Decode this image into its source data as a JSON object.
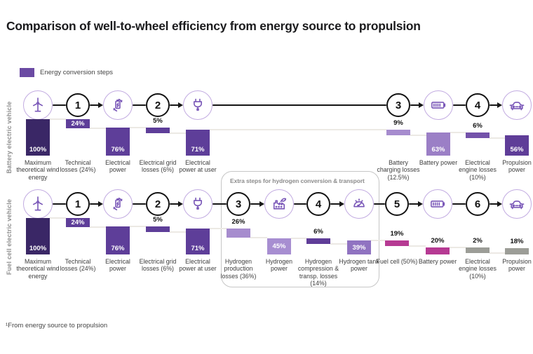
{
  "title": "Comparison of well-to-wheel efficiency from energy source to propulsion",
  "legend": {
    "label": "Energy conversion steps",
    "swatch_color": "#6b4aa3"
  },
  "footnote": "¹From energy source to propulsion",
  "hydrogen_box": {
    "title": "Extra steps for hydrogen conversion & transport"
  },
  "colors": {
    "arrow": "#161616",
    "connector": "#ece9e4",
    "icon_circle_border": "#c2abe1",
    "icon_stroke": "#7a58b8",
    "step_circle_border": "#141414"
  },
  "rows": [
    {
      "name": "Battery electric vehicle",
      "columns": [
        {
          "node": {
            "type": "icon",
            "icon": "wind-turbine-icon"
          },
          "bar": {
            "value": 100,
            "pct": "100%",
            "kind": "power",
            "color": "#3a2766",
            "pct_inside": true
          },
          "label": "Maximum theoretical wind energy"
        },
        {
          "node": {
            "type": "step",
            "num": "1"
          },
          "bar": {
            "value": 24,
            "pct": "24%",
            "kind": "loss",
            "color": "#5e3e99",
            "pct_inside": true
          },
          "label": "Technical losses (24%)"
        },
        {
          "node": {
            "type": "icon",
            "icon": "energy-converter-icon"
          },
          "bar": {
            "value": 76,
            "pct": "76%",
            "kind": "power",
            "color": "#5e3e99",
            "pct_inside": true
          },
          "label": "Electrical power"
        },
        {
          "node": {
            "type": "step",
            "num": "2"
          },
          "bar": {
            "value": 5,
            "pct": "5%",
            "kind": "loss",
            "color": "#5e3e99",
            "pct_inside": false
          },
          "label": "Electrical grid losses (6%)"
        },
        {
          "node": {
            "type": "icon",
            "icon": "power-plug-icon"
          },
          "bar": {
            "value": 71,
            "pct": "71%",
            "kind": "power",
            "color": "#5e3e99",
            "pct_inside": true
          },
          "label": "Electrical power at user"
        },
        {
          "node": {
            "type": "step",
            "num": "3"
          },
          "bar": {
            "value": 9,
            "pct": "9%",
            "kind": "loss",
            "color": "#a68cce",
            "pct_inside": false
          },
          "label": "Battery charging losses (12.5%)"
        },
        {
          "node": {
            "type": "icon",
            "icon": "battery-icon"
          },
          "bar": {
            "value": 63,
            "pct": "63%",
            "kind": "power",
            "color": "#9b7fc6",
            "pct_inside": true
          },
          "label": "Battery power"
        },
        {
          "node": {
            "type": "step",
            "num": "4"
          },
          "bar": {
            "value": 6,
            "pct": "6%",
            "kind": "loss",
            "color": "#7452aa",
            "pct_inside": false
          },
          "label": "Electrical engine losses (10%)"
        },
        {
          "node": {
            "type": "icon",
            "icon": "car-icon"
          },
          "bar": {
            "value": 56,
            "pct": "56%",
            "kind": "power",
            "color": "#5f3d98",
            "pct_inside": true
          },
          "label": "Propulsion power"
        }
      ]
    },
    {
      "name": "Fuel cell electric vehicle",
      "columns": [
        {
          "node": {
            "type": "icon",
            "icon": "wind-turbine-icon"
          },
          "bar": {
            "value": 100,
            "pct": "100%",
            "kind": "power",
            "color": "#3a2766",
            "pct_inside": true
          },
          "label": "Maximum theoretical wind energy"
        },
        {
          "node": {
            "type": "step",
            "num": "1"
          },
          "bar": {
            "value": 24,
            "pct": "24%",
            "kind": "loss",
            "color": "#5e3e99",
            "pct_inside": true
          },
          "label": "Technical losses (24%)"
        },
        {
          "node": {
            "type": "icon",
            "icon": "energy-converter-icon"
          },
          "bar": {
            "value": 76,
            "pct": "76%",
            "kind": "power",
            "color": "#5e3e99",
            "pct_inside": true
          },
          "label": "Electrical power"
        },
        {
          "node": {
            "type": "step",
            "num": "2"
          },
          "bar": {
            "value": 5,
            "pct": "5%",
            "kind": "loss",
            "color": "#5e3e99",
            "pct_inside": false
          },
          "label": "Electrical grid losses (6%)"
        },
        {
          "node": {
            "type": "icon",
            "icon": "power-plug-icon"
          },
          "bar": {
            "value": 71,
            "pct": "71%",
            "kind": "power",
            "color": "#5e3e99",
            "pct_inside": true
          },
          "label": "Electrical power at user"
        },
        {
          "node": {
            "type": "step",
            "num": "3"
          },
          "bar": {
            "value": 26,
            "pct": "26%",
            "kind": "loss",
            "color": "#a68cce",
            "pct_inside": false
          },
          "label": "Hydrogen production losses (36%)"
        },
        {
          "node": {
            "type": "icon",
            "icon": "hydrogen-factory-icon"
          },
          "bar": {
            "value": 45,
            "pct": "45%",
            "kind": "power",
            "color": "#a78ed1",
            "pct_inside": true
          },
          "label": "Hydrogen power"
        },
        {
          "node": {
            "type": "step",
            "num": "4"
          },
          "bar": {
            "value": 6,
            "pct": "6%",
            "kind": "loss",
            "color": "#5f3d98",
            "pct_inside": false
          },
          "label": "Hydrogen compression & transp. losses (14%)"
        },
        {
          "node": {
            "type": "icon",
            "icon": "pressure-gauge-icon"
          },
          "bar": {
            "value": 39,
            "pct": "39%",
            "kind": "power",
            "color": "#9073c1",
            "pct_inside": true
          },
          "label": "Hydrogen tank power"
        },
        {
          "node": {
            "type": "step",
            "num": "5"
          },
          "bar": {
            "value": 19,
            "pct": "19%",
            "kind": "loss",
            "color": "#b63a93",
            "pct_inside": false
          },
          "label": "Fuel cell (50%)"
        },
        {
          "node": {
            "type": "icon",
            "icon": "battery-icon"
          },
          "bar": {
            "value": 20,
            "pct": "20%",
            "kind": "power",
            "color": "#b63a93",
            "pct_inside": false
          },
          "label": "Battery power"
        },
        {
          "node": {
            "type": "step",
            "num": "6"
          },
          "bar": {
            "value": 2,
            "pct": "2%",
            "kind": "loss",
            "color": "#9c9d97",
            "pct_inside": false
          },
          "label": "Electrical engine losses (10%)"
        },
        {
          "node": {
            "type": "icon",
            "icon": "car-icon"
          },
          "bar": {
            "value": 18,
            "pct": "18%",
            "kind": "power",
            "color": "#9c9d97",
            "pct_inside": false
          },
          "label": "Propulsion power"
        }
      ]
    }
  ]
}
